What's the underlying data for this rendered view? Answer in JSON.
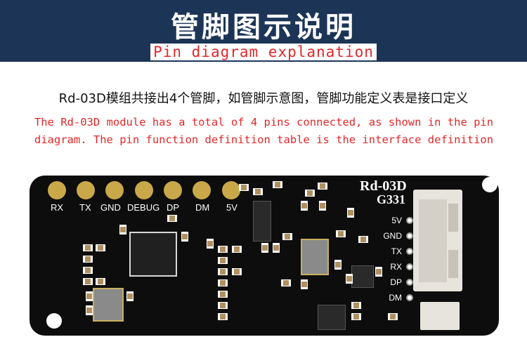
{
  "header": {
    "title": "管脚图示说明",
    "subtitle": "Pin diagram explanation"
  },
  "description": {
    "chinese": "Rd-03D模组共接出4个管脚，如管脚示意图，管脚功能定义表是接口定义",
    "english": "The Rd-03D module has a total of 4 pins connected, as shown in the pin diagram. The pin function definition table is the interface definition"
  },
  "board": {
    "model": "Rd-03D",
    "code": "G331",
    "top_pins": [
      "RX",
      "TX",
      "GND",
      "DEBUG",
      "DP",
      "DM",
      "5V"
    ],
    "connector_pins": [
      "5V",
      "GND",
      "TX",
      "RX",
      "DP",
      "DM"
    ],
    "colors": {
      "pad": "#c9a84a",
      "board": "#0d0d0d",
      "header": "#1c3557",
      "accent": "#e0282a"
    }
  }
}
